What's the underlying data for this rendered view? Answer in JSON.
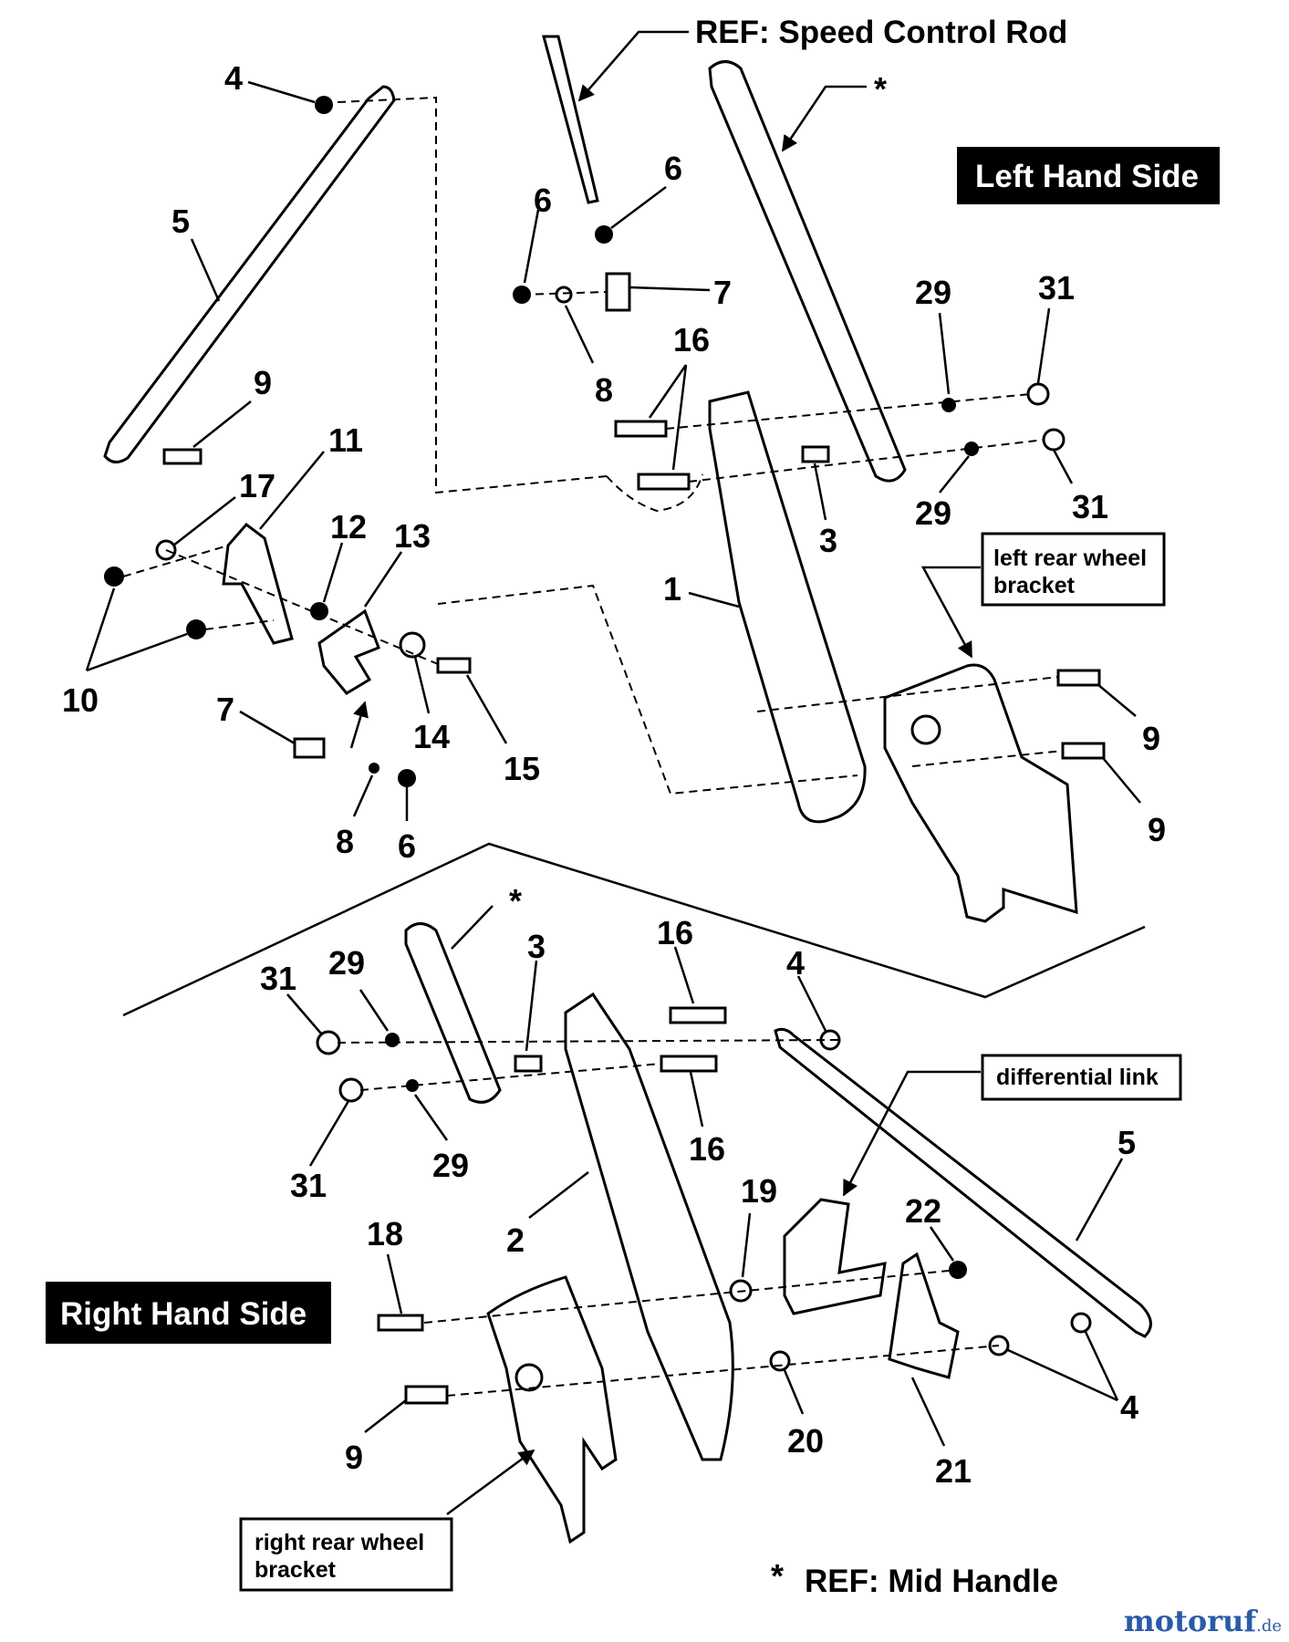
{
  "titles": {
    "speed_control_rod": "REF: Speed Control Rod",
    "mid_handle_star": "*",
    "mid_handle": "REF: Mid Handle",
    "left_side": "Left Hand Side",
    "right_side": "Right Hand Side"
  },
  "boxes": {
    "left_bracket_line1": "left rear wheel",
    "left_bracket_line2": "bracket",
    "differential_link": "differential link",
    "right_bracket_line1": "right rear wheel",
    "right_bracket_line2": "bracket"
  },
  "callouts": {
    "star_top": "*",
    "star_bottom": "*",
    "n4_a": "4",
    "n5_a": "5",
    "n9_a": "9",
    "n6_a": "6",
    "n6_b": "6",
    "n7_a": "7",
    "n8_a": "8",
    "n16_a": "16",
    "n29_a": "29",
    "n31_a": "31",
    "n29_b": "29",
    "n31_b": "31",
    "n3_a": "3",
    "n11": "11",
    "n17": "17",
    "n12": "12",
    "n13": "13",
    "n10": "10",
    "n1": "1",
    "n7_b": "7",
    "n14": "14",
    "n15": "15",
    "n8_b": "8",
    "n6_c": "6",
    "n9_b": "9",
    "n9_c": "9",
    "n16_b": "16",
    "n3_b": "3",
    "n4_b": "4",
    "n31_c": "31",
    "n29_c": "29",
    "n29_d": "29",
    "n31_d": "31",
    "n16_c": "16",
    "n5_b": "5",
    "n19": "19",
    "n18": "18",
    "n2": "2",
    "n22": "22",
    "n9_d": "9",
    "n20": "20",
    "n21": "21",
    "n4_c": "4"
  },
  "watermark": {
    "brand": "motoruf",
    "tld": ".de"
  }
}
